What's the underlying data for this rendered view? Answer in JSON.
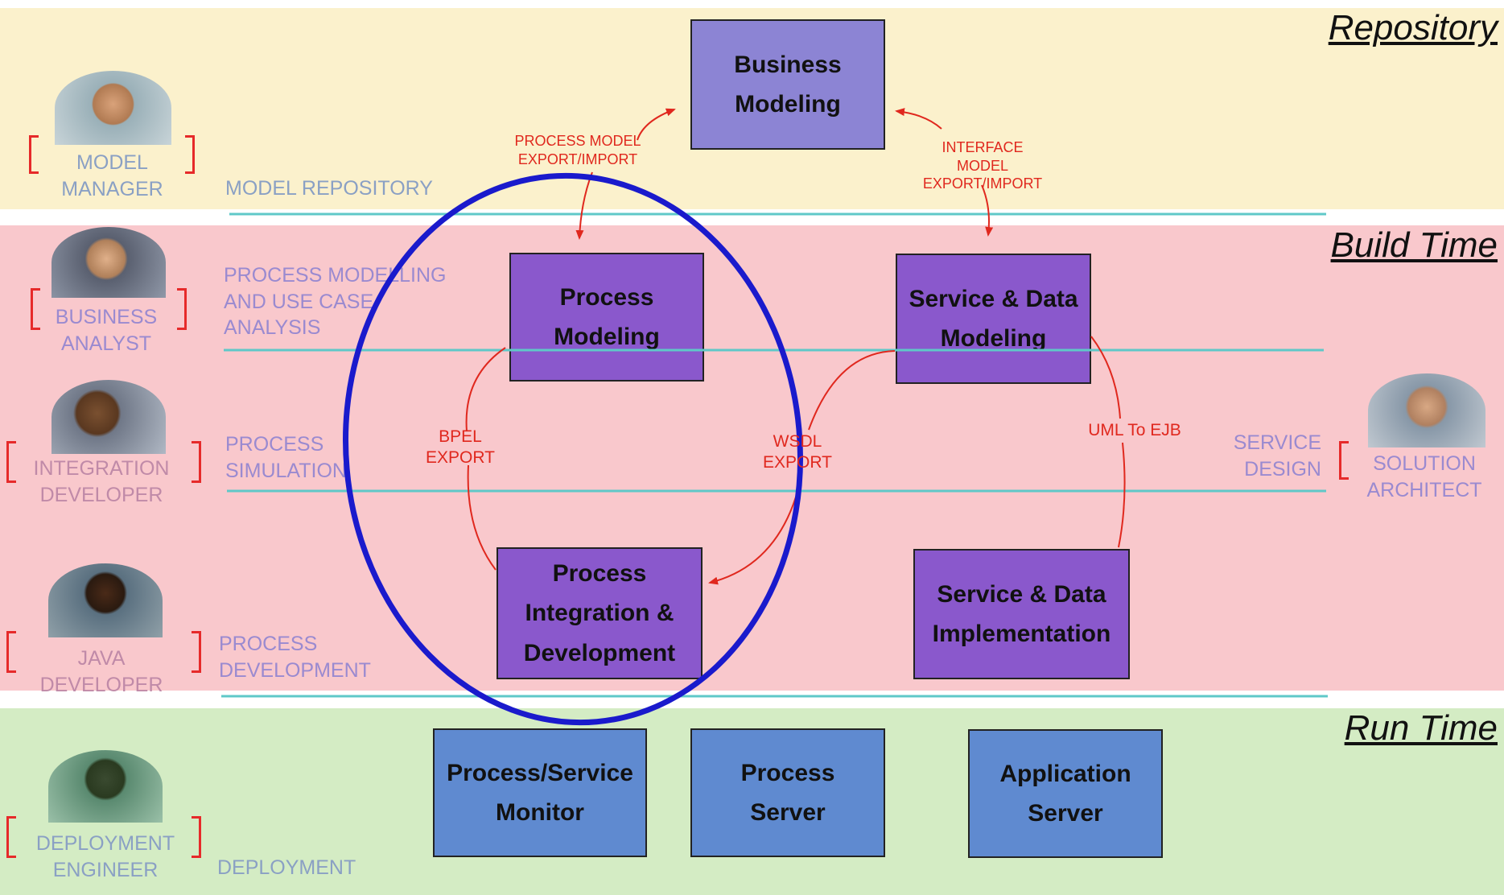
{
  "bands": {
    "repository": "Repository",
    "build_time": "Build Time",
    "run_time": "Run Time"
  },
  "boxes": {
    "business_modeling": [
      "Business",
      "Modeling"
    ],
    "process_modeling": [
      "Process",
      "Modeling"
    ],
    "service_data_modeling": [
      "Service & Data",
      "Modeling"
    ],
    "process_integration": [
      "Process",
      "Integration &",
      "Development"
    ],
    "service_data_impl": [
      "Service & Data",
      "Implementation"
    ],
    "process_service_monitor": [
      "Process/Service",
      "Monitor"
    ],
    "process_server": [
      "Process",
      "Server"
    ],
    "application_server": [
      "Application",
      "Server"
    ]
  },
  "roles": {
    "model_manager": [
      "MODEL",
      "MANAGER"
    ],
    "business_analyst": [
      "BUSINESS",
      "ANALYST"
    ],
    "integration_developer": [
      "INTEGRATION",
      "DEVELOPER"
    ],
    "java_developer": [
      "JAVA",
      "DEVELOPER"
    ],
    "deployment_engineer": [
      "DEPLOYMENT",
      "ENGINEER"
    ],
    "solution_architect": [
      "SOLUTION",
      "ARCHITECT"
    ]
  },
  "lanes": {
    "model_repository": "MODEL REPOSITORY",
    "process_modelling": [
      "PROCESS MODELLING",
      "AND USE CASE",
      "ANALYSIS"
    ],
    "process_simulation": [
      "PROCESS",
      "SIMULATION"
    ],
    "process_development": [
      "PROCESS",
      "DEVELOPMENT"
    ],
    "deployment": "DEPLOYMENT",
    "service_design": [
      "SERVICE",
      "DESIGN"
    ]
  },
  "arrow_labels": {
    "process_model_export": [
      "PROCESS MODEL",
      "EXPORT/IMPORT"
    ],
    "interface_model_export": [
      "INTERFACE",
      "MODEL",
      "EXPORT/IMPORT"
    ],
    "bpel_export": [
      "BPEL",
      "EXPORT"
    ],
    "wsdl_export": [
      "WSDL",
      "EXPORT"
    ],
    "uml_to_ejb": "UML To EJB"
  },
  "colors": {
    "repository_band": "#fbf1cc",
    "build_band": "#f9c8cc",
    "run_band": "#d4ecc4",
    "arrow": "#e0281e",
    "ellipse": "#1a1acc",
    "divider": "#5fc8c8"
  }
}
